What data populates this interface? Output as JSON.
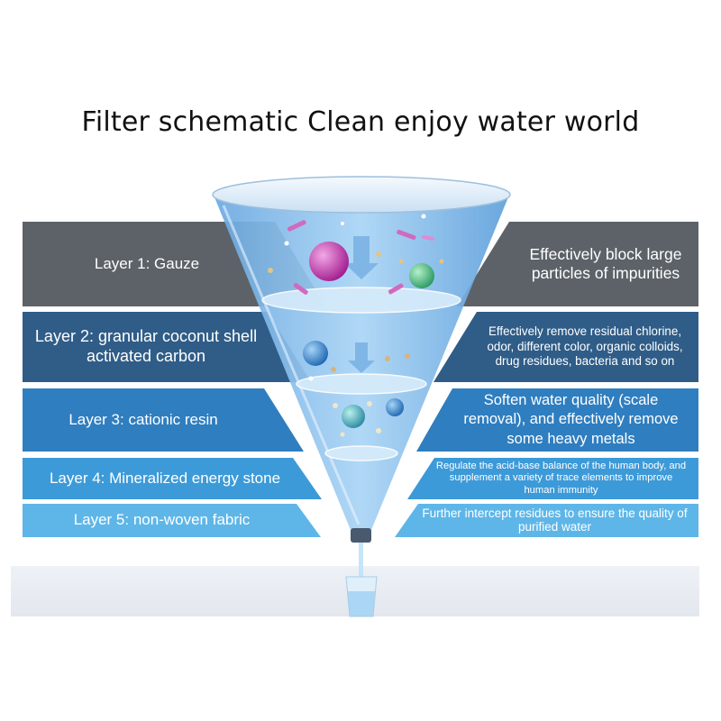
{
  "title": "Filter schematic Clean enjoy water world",
  "layers": [
    {
      "name": "Layer 1: Gauze",
      "description": "Effectively block large particles of impurities",
      "color": "#5c6268"
    },
    {
      "name": "Layer 2: granular coconut shell activated carbon",
      "description": "Effectively remove residual chlorine, odor, different color, organic colloids, drug residues, bacteria and so on",
      "color": "#2f5d88"
    },
    {
      "name": "Layer 3: cationic resin",
      "description": "Soften water quality (scale removal), and effectively remove some heavy metals",
      "color": "#2f7ec0"
    },
    {
      "name": "Layer 4: Mineralized energy stone",
      "description": "Regulate the acid-base balance of the human body, and supplement a variety of trace elements to improve human immunity",
      "color": "#3d9ad8"
    },
    {
      "name": "Layer 5: non-woven fabric",
      "description": "Further intercept residues to ensure the quality of purified water",
      "color": "#5eb6e8"
    }
  ]
}
